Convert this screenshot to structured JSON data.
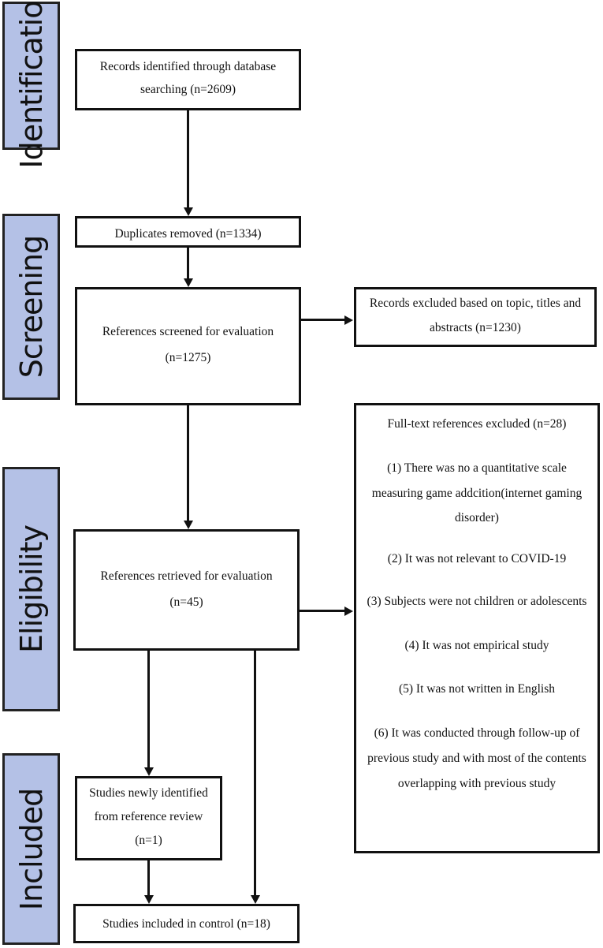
{
  "stages": {
    "identification": "Identification",
    "screening": "Screening",
    "eligibility": "Eligibility",
    "included": "Included"
  },
  "boxes": {
    "records_identified": "Records identified through database searching (n=2609)",
    "duplicates_removed": "Duplicates removed (n=1334)",
    "screened_label": "References screened for evaluation",
    "screened_n": "(n=1275)",
    "excluded_topic": "Records excluded based on topic, titles and abstracts (n=1230)",
    "retrieved_label": "References retrieved for evaluation",
    "retrieved_n": "(n=45)",
    "newly_identified_label": "Studies newly identified from reference review",
    "newly_identified_n": "(n=1)",
    "included_control": "Studies included in control (n=18)"
  },
  "exclusions": {
    "header": "Full-text references excluded (n=28)",
    "items": [
      "(1) There was no a quantitative scale measuring game addcition(internet gaming disorder)",
      "(2) It was not relevant to COVID-19",
      "(3) Subjects were not children or adolescents",
      "(4) It was not empirical study",
      "(5) It was not written in English",
      "(6) It was conducted through follow-up of previous study and with most of the contents overlapping with previous study"
    ]
  }
}
